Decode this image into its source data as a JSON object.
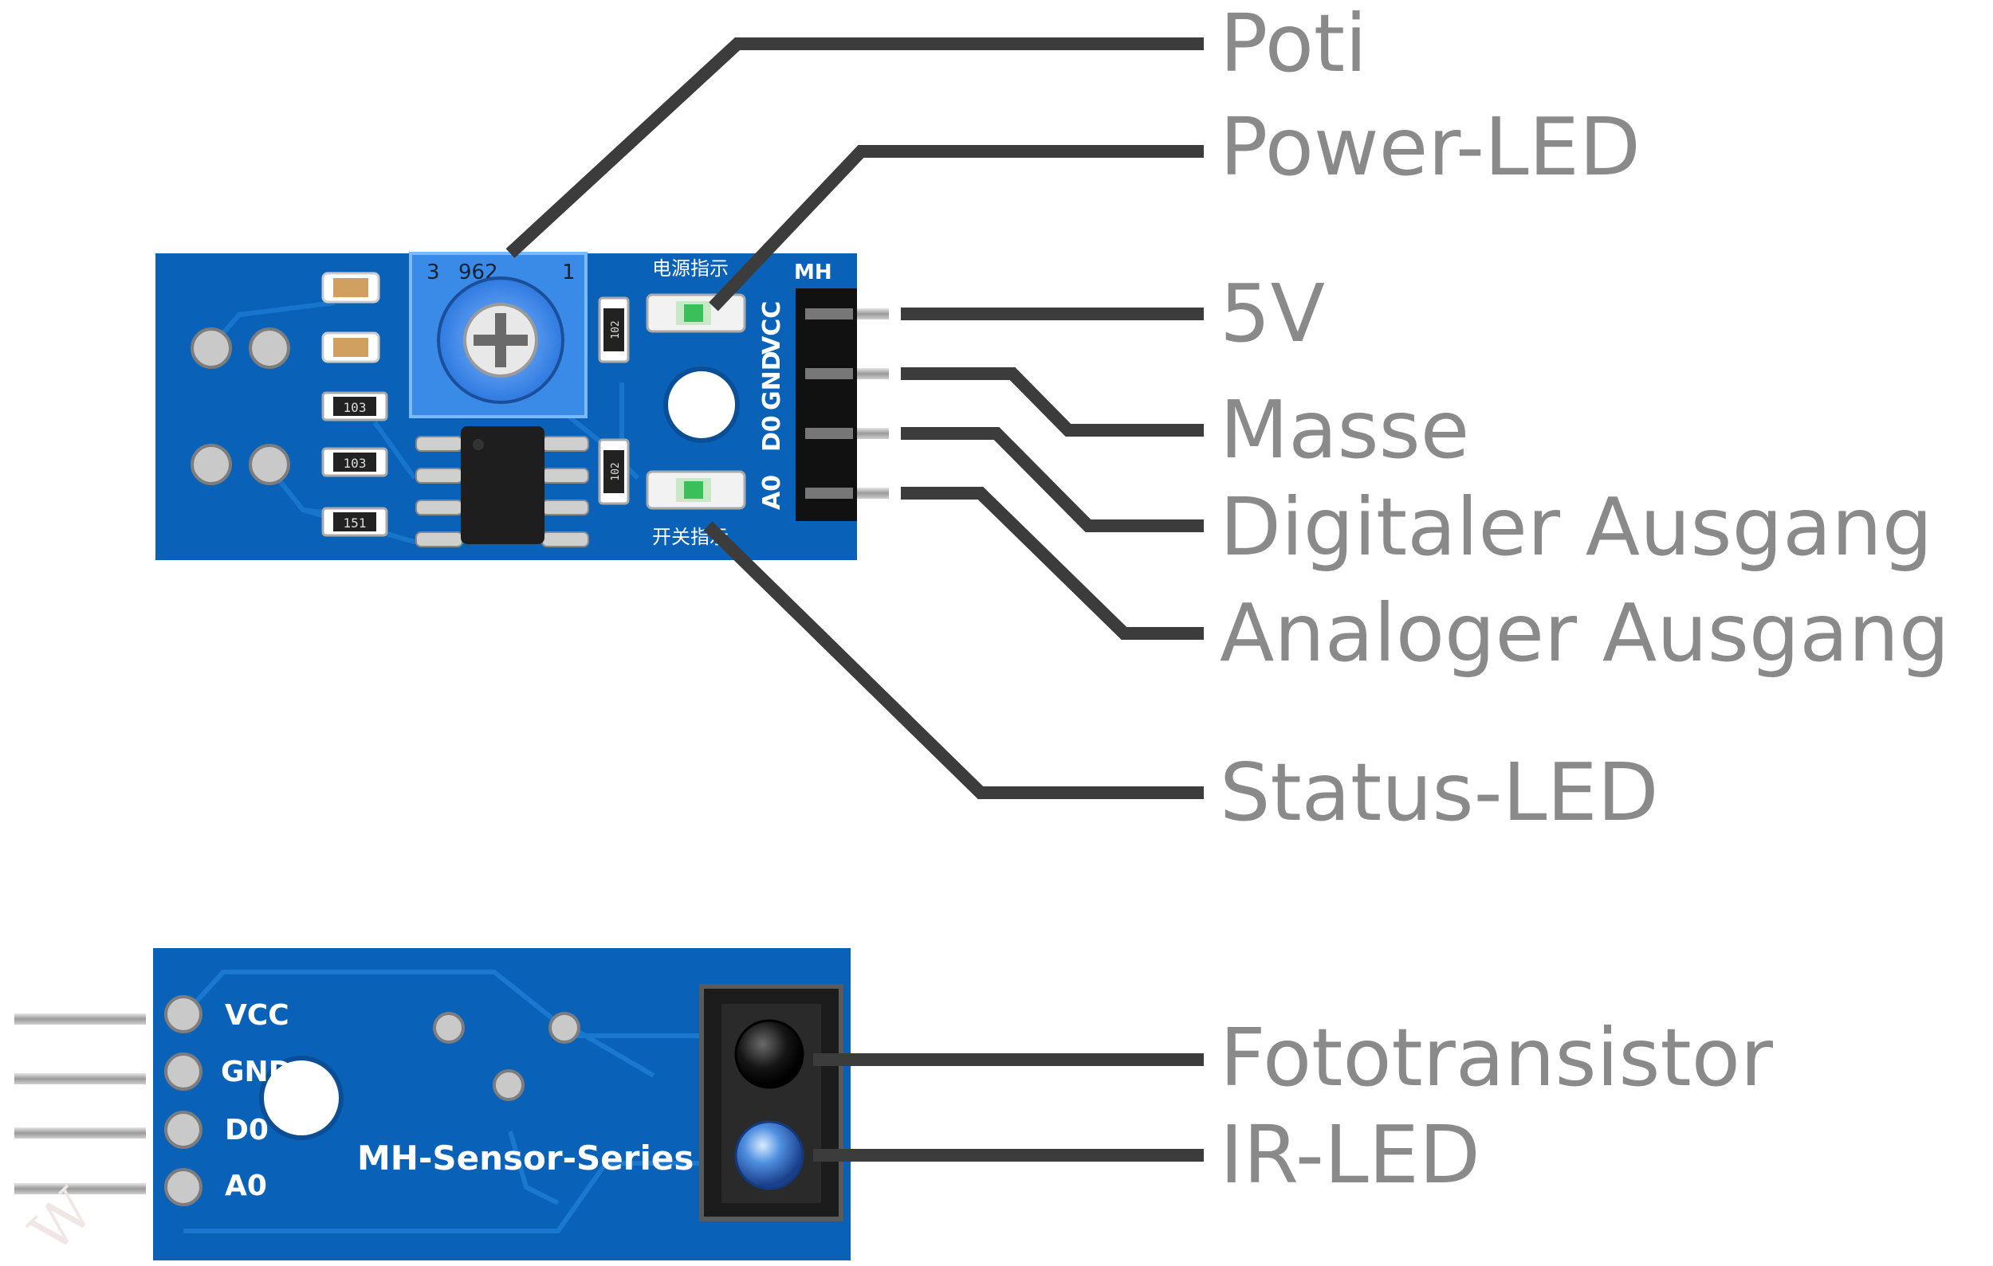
{
  "top_module": {
    "silkscreen": {
      "brand": "MH",
      "pins": [
        "VCC",
        "GND",
        "D0",
        "A0"
      ],
      "resistor_codes": [
        "102",
        "103",
        "103",
        "102",
        "151"
      ],
      "pot_marks": [
        "3",
        "962",
        "1"
      ],
      "power_led_label": "电源指示",
      "status_led_label": "开关指示"
    }
  },
  "bottom_module": {
    "pins": [
      "VCC",
      "GND",
      "D0",
      "A0"
    ],
    "series_text": "MH-Sensor-Series"
  },
  "callouts": [
    {
      "id": "poti",
      "text": "Poti"
    },
    {
      "id": "power-led",
      "text": "Power-LED"
    },
    {
      "id": "5v",
      "text": "5V"
    },
    {
      "id": "masse",
      "text": "Masse"
    },
    {
      "id": "digital-out",
      "text": "Digitaler Ausgang"
    },
    {
      "id": "analog-out",
      "text": "Analoger Ausgang"
    },
    {
      "id": "status-led",
      "text": "Status-LED"
    },
    {
      "id": "phototransistor",
      "text": "Fototransistor"
    },
    {
      "id": "ir-led",
      "text": "IR-LED"
    }
  ],
  "colors": {
    "pcb": "#0a62b8",
    "pcb_dark": "#084f98",
    "trace": "#1a78cf",
    "leader": "#3c3c3c",
    "label": "#8a8a8a"
  }
}
